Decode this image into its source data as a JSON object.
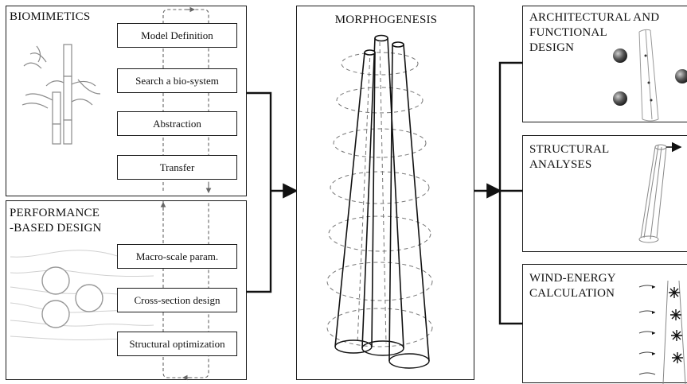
{
  "biomimetics": {
    "title": "BIOMIMETICS",
    "steps": [
      "Model Definition",
      "Search a bio-system",
      "Abstraction",
      "Transfer"
    ]
  },
  "performance": {
    "title": "PERFORMANCE\n-BASED DESIGN",
    "steps": [
      "Macro-scale param.",
      "Cross-section design",
      "Structural optimization"
    ]
  },
  "morphogenesis": {
    "title": "MORPHOGENESIS"
  },
  "outputs": [
    {
      "title": "ARCHITECTURAL AND\nFUNCTIONAL\nDESIGN"
    },
    {
      "title": "STRUCTURAL\nANALYSES"
    },
    {
      "title": "WIND-ENERGY\nCALCULATION"
    }
  ]
}
